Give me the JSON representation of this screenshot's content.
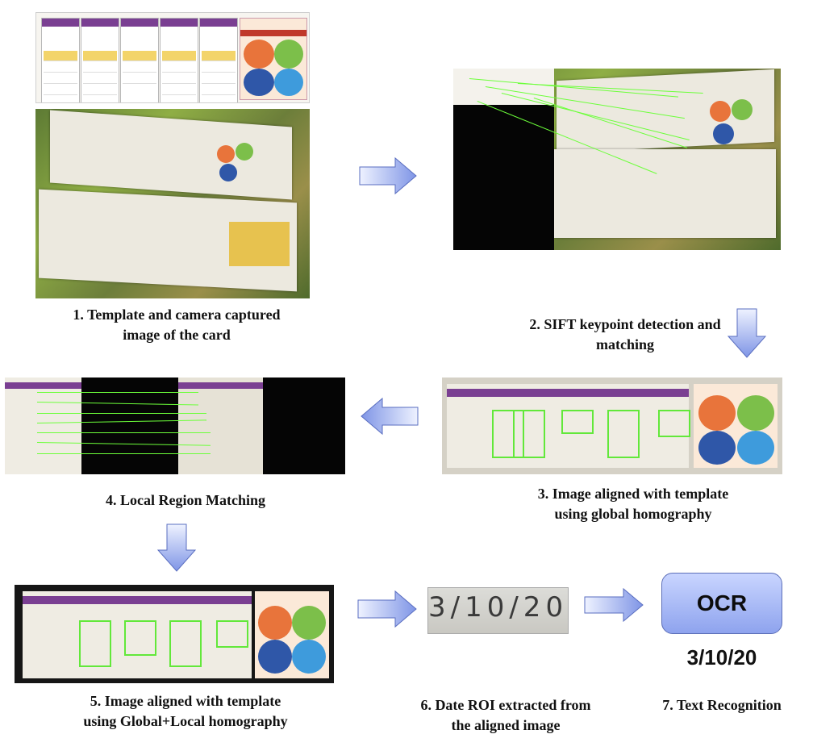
{
  "steps": {
    "step1": "1.  Template and camera captured image of the card",
    "step2": "2. SIFT keypoint detection and matching",
    "step3": "3. Image aligned with template using global homography",
    "step4": "4. Local Region Matching",
    "step5": "5. Image aligned with template using Global+Local homography",
    "step6": "6. Date  ROI extracted from the aligned image",
    "step7": "7. Text Recognition"
  },
  "roi_text": "3/10/20",
  "ocr_label": "OCR",
  "ocr_result": "3/10/20",
  "colors": {
    "arrow_fill_top": "#eef2ff",
    "arrow_fill_bottom": "#7f95e6",
    "arrow_stroke": "#5a6ec0",
    "match_lines": "#6cff3a",
    "ocr_box": "#8ea3ee"
  }
}
